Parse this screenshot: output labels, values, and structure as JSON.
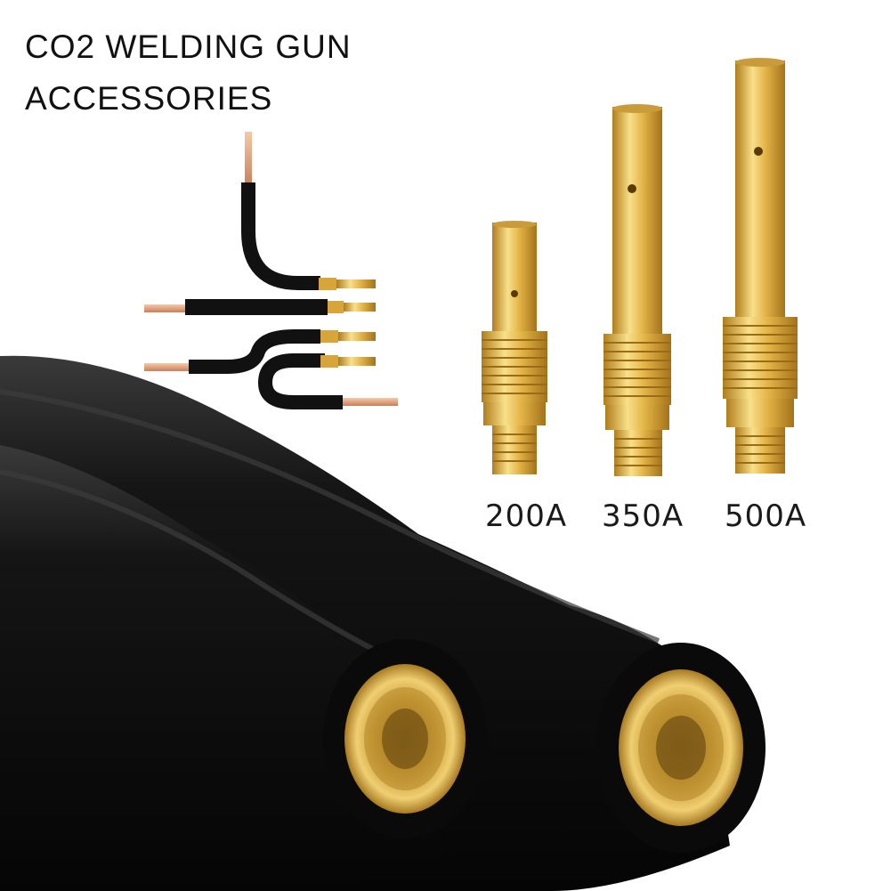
{
  "title": {
    "line1": "CO2 WELDING GUN",
    "line2": "ACCESSORIES"
  },
  "tips": [
    {
      "label": "200A"
    },
    {
      "label": "350A"
    },
    {
      "label": "500A"
    }
  ],
  "colors": {
    "brass": "#d9a93a",
    "rubber": "#111111",
    "copper": "#e0a07a"
  }
}
